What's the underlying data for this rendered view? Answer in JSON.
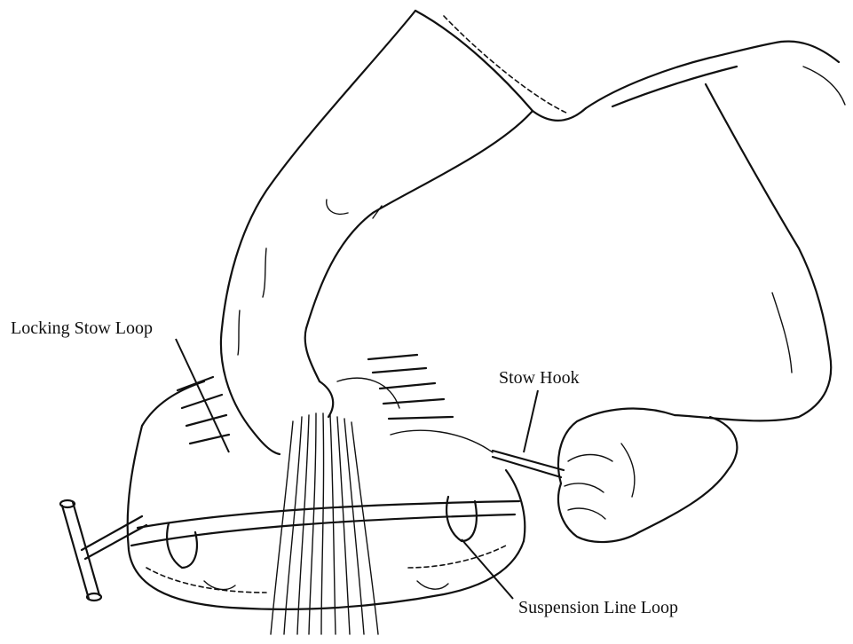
{
  "figure": {
    "labels": {
      "locking_stow_loop": "Locking Stow Loop",
      "stow_hook": "Stow Hook",
      "suspension_line_loop": "Suspension Line Loop"
    },
    "ink_color": "#111111",
    "background_color": "#ffffff"
  }
}
